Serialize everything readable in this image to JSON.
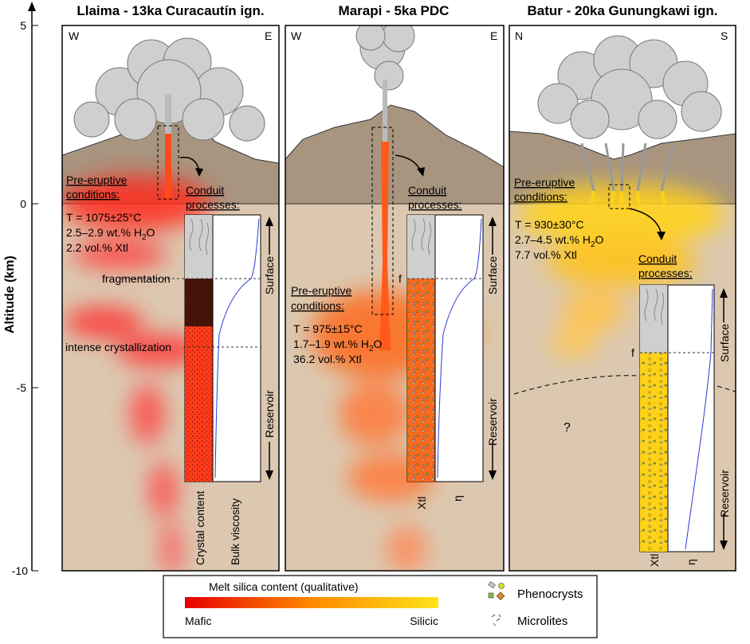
{
  "yaxis": {
    "label": "Altitude (km)",
    "ticks": [
      {
        "value": 5,
        "label": "5"
      },
      {
        "value": 0,
        "label": "0"
      },
      {
        "value": -5,
        "label": "-5"
      },
      {
        "value": -10,
        "label": "-10"
      }
    ]
  },
  "panels": [
    {
      "title": "Llaima - 13ka Curacautín ign.",
      "left_dir": "W",
      "right_dir": "E",
      "pre_eruptive_1": "Pre-eruptive",
      "pre_eruptive_2": "conditions:",
      "T": "T = 1075±25°C",
      "h2o_prefix": "2.5–2.9 wt.% H",
      "h2o_sub": "2",
      "h2o_suffix": "O",
      "xtl": "2.2 vol.% Xtl",
      "conduit_1": "Conduit",
      "conduit_2": "processes:",
      "fragmentation": "fragmentation",
      "crystallization": "intense crystallization",
      "surface": "Surface",
      "reservoir": "Reservoir",
      "col1_label": "Crystal content",
      "col2_label": "Bulk viscosity",
      "magma_color": "#ff3a1a"
    },
    {
      "title": "Marapi - 5ka PDC",
      "left_dir": "W",
      "right_dir": "E",
      "pre_eruptive_1": "Pre-eruptive",
      "pre_eruptive_2": "conditions:",
      "T": "T = 975±15°C",
      "h2o_prefix": "1.7–1.9 wt.% H",
      "h2o_sub": "2",
      "h2o_suffix": "O",
      "xtl": "36.2 vol.% Xtl",
      "conduit_1": "Conduit",
      "conduit_2": "processes:",
      "frag_marker": "f",
      "surface": "Surface",
      "reservoir": "Reservoir",
      "col1_label": "Xtl",
      "col2_label": "η",
      "magma_color": "#ff6a1a"
    },
    {
      "title": "Batur - 20ka Gunungkawi ign.",
      "left_dir": "N",
      "right_dir": "S",
      "pre_eruptive_1": "Pre-eruptive",
      "pre_eruptive_2": "conditions:",
      "T": "T = 930±30°C",
      "h2o_prefix": "2.7–4.5 wt.% H",
      "h2o_sub": "2",
      "h2o_suffix": "O",
      "xtl": "7.7 vol.% Xtl",
      "conduit_1": "Conduit",
      "conduit_2": "processes:",
      "frag_marker": "f",
      "question": "?",
      "surface": "Surface",
      "reservoir": "Reservoir",
      "col1_label": "Xtl",
      "col2_label": "η",
      "magma_color": "#ffd21a"
    }
  ],
  "legend": {
    "title": "Melt silica content (qualitative)",
    "mafic": "Mafic",
    "silicic": "Silicic",
    "phenocrysts": "Phenocrysts",
    "microlites": "Microlites",
    "gradient_start": "#e60000",
    "gradient_end": "#ffe21a"
  }
}
